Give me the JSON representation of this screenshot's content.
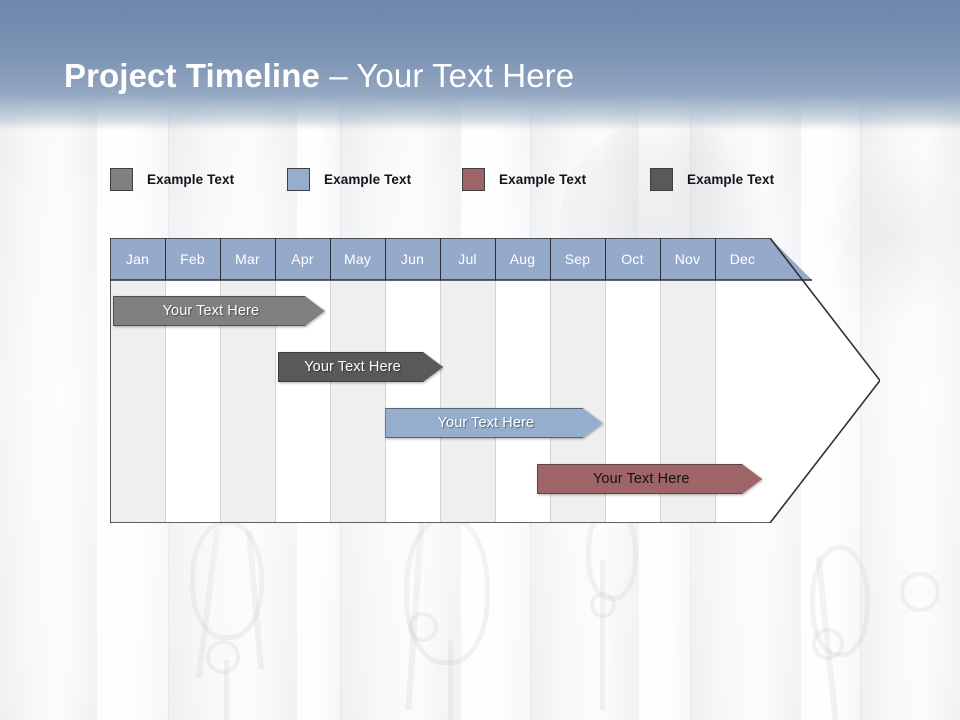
{
  "slide": {
    "title_bold": "Project Timeline",
    "title_sep": " – ",
    "title_light": "Your Text Here",
    "banner_color": "#7d93b4",
    "background_description": "faded photograph of horse bridles hanging on stable doors"
  },
  "legend": {
    "items": [
      {
        "label": "Example Text",
        "color": "#808080",
        "x": 0
      },
      {
        "label": "Example Text",
        "color": "#95aece",
        "x": 177
      },
      {
        "label": "Example Text",
        "color": "#9e6468",
        "x": 352
      },
      {
        "label": "Example Text",
        "color": "#595959",
        "x": 540
      }
    ]
  },
  "chart_data": {
    "type": "bar",
    "title": "Project Timeline – Your Text Here",
    "xlabel": "",
    "ylabel": "",
    "orientation": "horizontal",
    "categories": [
      "Jan",
      "Feb",
      "Mar",
      "Apr",
      "May",
      "Jun",
      "Jul",
      "Aug",
      "Sep",
      "Oct",
      "Nov",
      "Dec"
    ],
    "header_fill": "#95aaca",
    "header_text_color": "#ffffff",
    "stripe_color": "#efefef",
    "alternate_color": "#ffffff",
    "grid": true,
    "legend_position": "top",
    "series": [
      {
        "name": "Your  Text Here",
        "label": "Your  Text Here",
        "color": "#808080",
        "text_color": "#ffffff",
        "start_month": "Jan",
        "end_month": "Apr",
        "start": 0.0,
        "end": 3.85,
        "row": 1
      },
      {
        "name": "Your  Text Here",
        "label": "Your  Text Here",
        "color": "#595959",
        "text_color": "#ffffff",
        "start_month": "Apr",
        "end_month": "Jun",
        "start": 3.0,
        "end": 6.0,
        "row": 2
      },
      {
        "name": "Your  Text Here",
        "label": "Your  Text Here",
        "color": "#95aece",
        "text_color": "#ffffff",
        "start_month": "Jun",
        "end_month": "Sep",
        "start": 4.95,
        "end": 8.9,
        "row": 3
      },
      {
        "name": "Your  Text Here",
        "label": "Your  Text Here",
        "color": "#9e6468",
        "text_color": "#16120f",
        "start_month": "Sep",
        "end_month": "Dec",
        "start": 7.7,
        "end": 11.8,
        "row": 4
      }
    ]
  }
}
